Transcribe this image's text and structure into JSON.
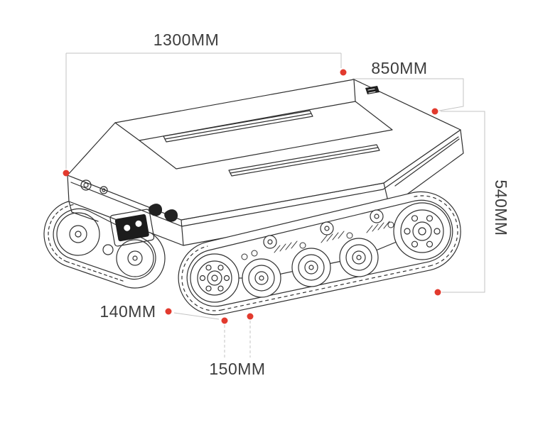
{
  "dimensions": {
    "length": "1300MM",
    "width": "850MM",
    "height": "540MM",
    "ground_clearance": "140MM",
    "track_width": "150MM"
  },
  "colors": {
    "dot": "#e23a2e",
    "leader": "#c3c3c3",
    "line_art": "#303030",
    "label_text": "#3d3d3d"
  }
}
